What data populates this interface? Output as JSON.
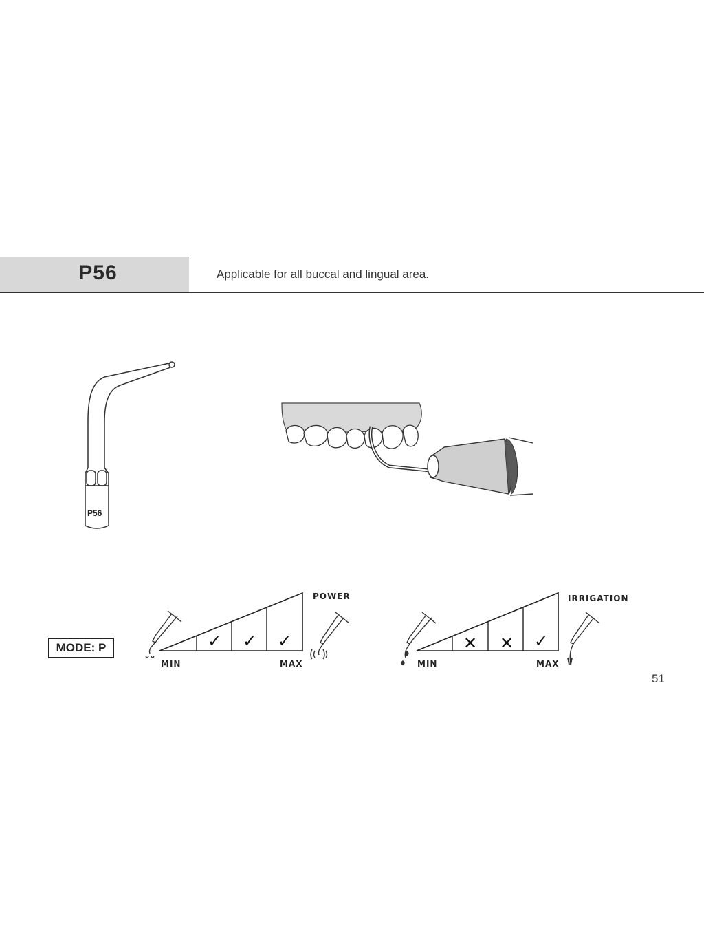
{
  "header": {
    "model": "P56",
    "description": "Applicable for all buccal and lingual area."
  },
  "tip_drawing": {
    "engraving": "P56"
  },
  "mode": {
    "label": "MODE: P"
  },
  "power_scale": {
    "title": "POWER",
    "min_label": "MIN",
    "max_label": "MAX",
    "cells": [
      "",
      "✓",
      "✓",
      "✓"
    ]
  },
  "irrigation_scale": {
    "title": "IRRIGATION",
    "min_label": "MIN",
    "max_label": "MAX",
    "cells": [
      "",
      "✕",
      "✕",
      "✓"
    ]
  },
  "page": {
    "number": "51"
  },
  "icons": [
    "handpiece-tip-icon",
    "vibration-icon",
    "water-drop-icon",
    "check-icon",
    "cross-icon"
  ]
}
